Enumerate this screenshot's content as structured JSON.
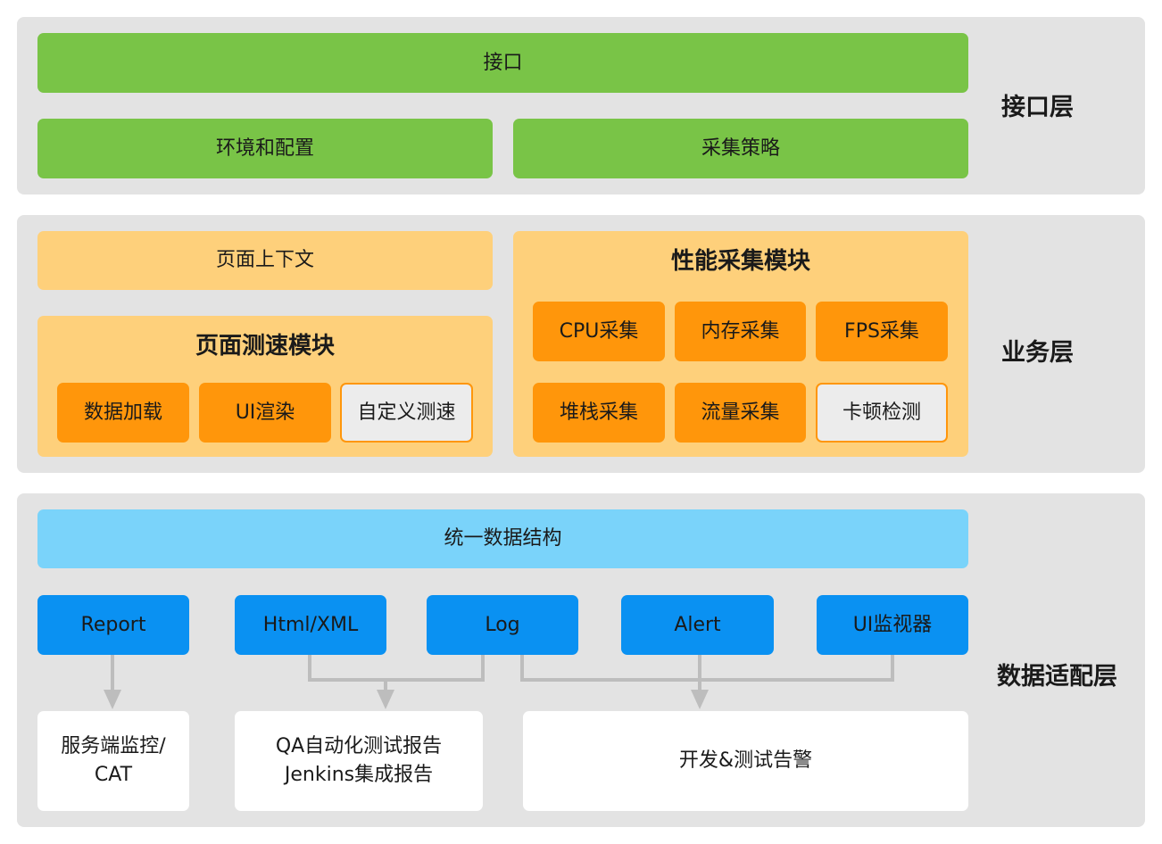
{
  "interface_layer": {
    "label": "接口层",
    "interface": "接口",
    "env_config": "环境和配置",
    "strategy": "采集策略"
  },
  "business_layer": {
    "label": "业务层",
    "page_context": "页面上下文",
    "speed_module": {
      "title": "页面测速模块",
      "items": [
        "数据加载",
        "UI渲染",
        "自定义测速"
      ]
    },
    "perf_module": {
      "title": "性能采集模块",
      "items": [
        "CPU采集",
        "内存采集",
        "FPS采集",
        "堆栈采集",
        "流量采集",
        "卡顿检测"
      ]
    }
  },
  "data_layer": {
    "label": "数据适配层",
    "unified": "统一数据结构",
    "adapters": [
      "Report",
      "Html/XML",
      "Log",
      "Alert",
      "UI监视器"
    ],
    "outputs": [
      {
        "line1": "服务端监控/",
        "line2": "CAT"
      },
      {
        "line1": "QA自动化测试报告",
        "line2": "Jenkins集成报告"
      },
      {
        "line1": "开发&测试告警"
      }
    ]
  },
  "colors": {
    "layer_bg": "#e3e3e3",
    "green": "#79c447",
    "light_orange": "#fed07b",
    "orange": "#ff960b",
    "cyan": "#7ad3fa",
    "blue": "#0a91f2",
    "connector": "#bdbdbd"
  }
}
